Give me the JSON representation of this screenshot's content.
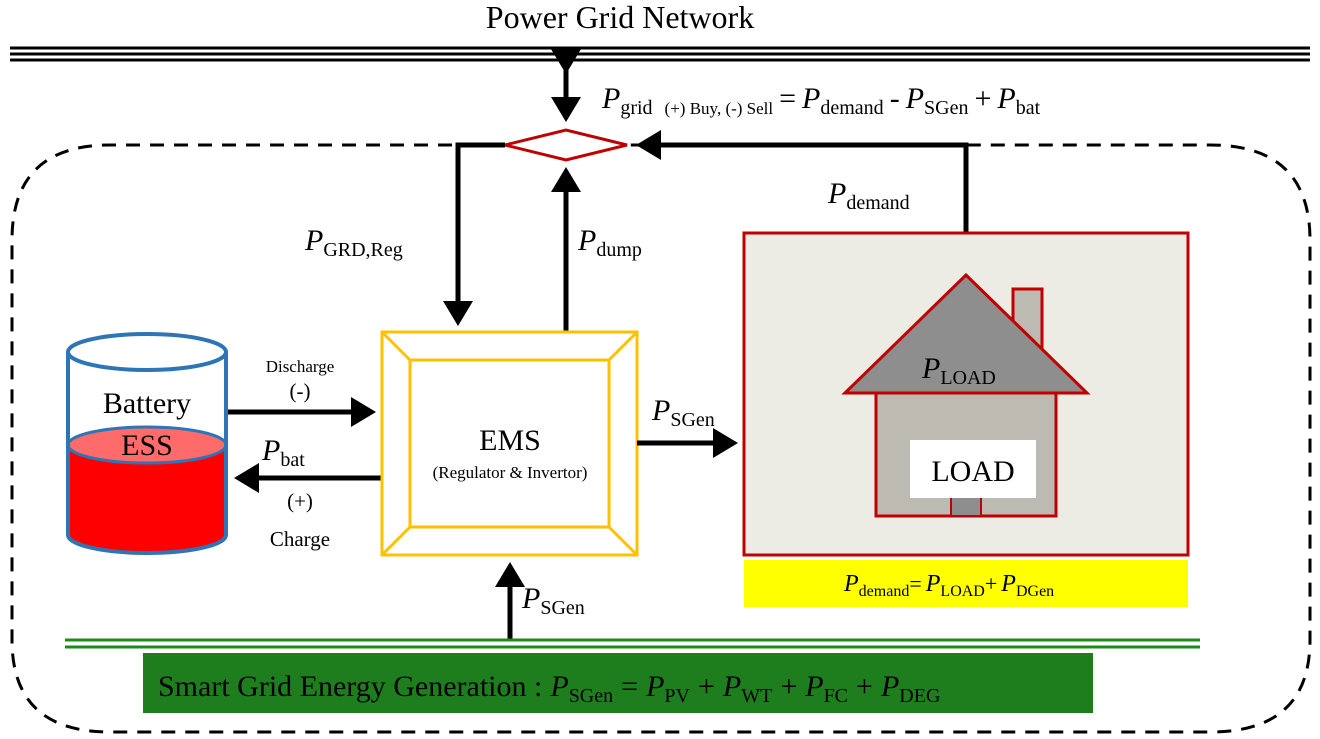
{
  "title": "Power Grid Network",
  "grid_equation": {
    "P": "P",
    "grid_sub": "grid",
    "note": "(+) Buy, (-) Sell",
    "eq": "=",
    "demand_sub": "demand",
    "minus": "-",
    "sgen_sub": "SGen",
    "plus": "+",
    "bat_sub": "bat"
  },
  "labels": {
    "P": "P",
    "grd_reg_sub": "GRD,Reg",
    "dump_sub": "dump",
    "demand_sub": "demand",
    "sgen_sub": "SGen",
    "bat_sub": "bat",
    "load_sub": "LOAD",
    "discharge": "Discharge",
    "discharge_sign": "(-)",
    "charge_sign": "(+)",
    "charge": "Charge"
  },
  "battery": {
    "title": "Battery",
    "subtitle": "ESS"
  },
  "ems": {
    "title": "EMS",
    "subtitle": "(Regulator & Invertor)"
  },
  "load": {
    "label": "LOAD"
  },
  "demand_equation": {
    "P": "P",
    "demand_sub": "demand",
    "eq": "=",
    "load_sub": "LOAD",
    "plus": "+",
    "dgen_sub": "DGen"
  },
  "generation": {
    "text": "Smart Grid Energy Generation :",
    "P": "P",
    "eq": "=",
    "plus": "+",
    "sgen_sub": "SGen",
    "pv_sub": "PV",
    "wt_sub": "WT",
    "fc_sub": "FC",
    "deg_sub": "DEG"
  },
  "colors": {
    "battery_fill": "#ff0000",
    "battery_top": "#ff6b6b",
    "battery_stroke": "#2e75b6",
    "ems_stroke": "#ffc000",
    "house_bg": "#ecebe4",
    "house_border": "#c00000",
    "roof": "#8e8e8e",
    "house_wall": "#bdbab2",
    "yellow_box": "#ffff00",
    "green_box": "#1e7e1e",
    "green_line": "#1e8a1e"
  }
}
